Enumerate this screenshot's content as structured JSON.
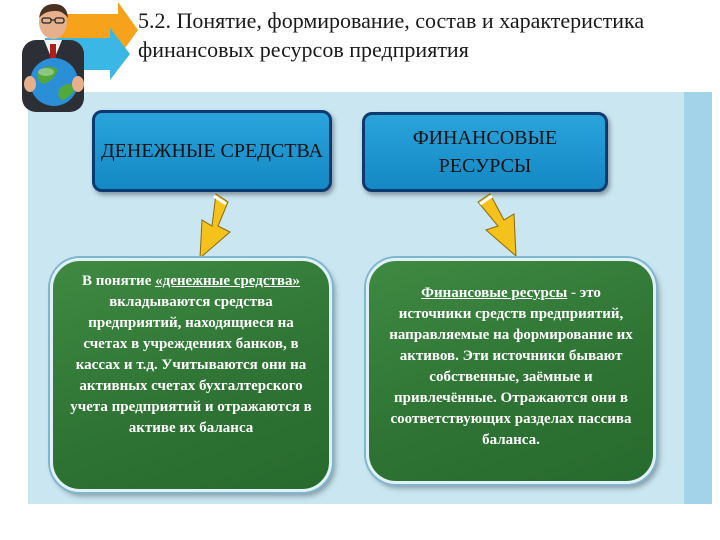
{
  "slide": {
    "title": "5.2. Понятие, формирование, состав и характеристика финансовых ресурсов предприятия"
  },
  "left": {
    "heading": "ДЕНЕЖНЫЕ СРЕДСТВА",
    "body_prefix": "В понятие ",
    "body_term": "«денежные средства»",
    "body_suffix": " вкладываются средства предприятий, находящиеся на счетах в учреждениях банков, в кассах и т.д. Учитываются они на активных счетах бухгалтерского учета предприятий и отражаются в активе их баланса"
  },
  "right": {
    "heading": "ФИНАНСОВЫЕ РЕСУРСЫ",
    "body_term": "Финансовые ресурсы",
    "body_suffix": " - это источники средств предприятий, направляемые на формирование их активов. Эти источники бывают собственные, заёмные и привлечённые. Отражаются они в соответствующих разделах пассива баланса."
  },
  "colors": {
    "heading_box": "#1a96d1",
    "body_box": "#2f7434",
    "arrow": "#f5c21b",
    "panel": "#c9e6f1"
  },
  "icons": [
    "presenter-globe-icon",
    "header-arrow-icon",
    "down-arrow-icon"
  ]
}
